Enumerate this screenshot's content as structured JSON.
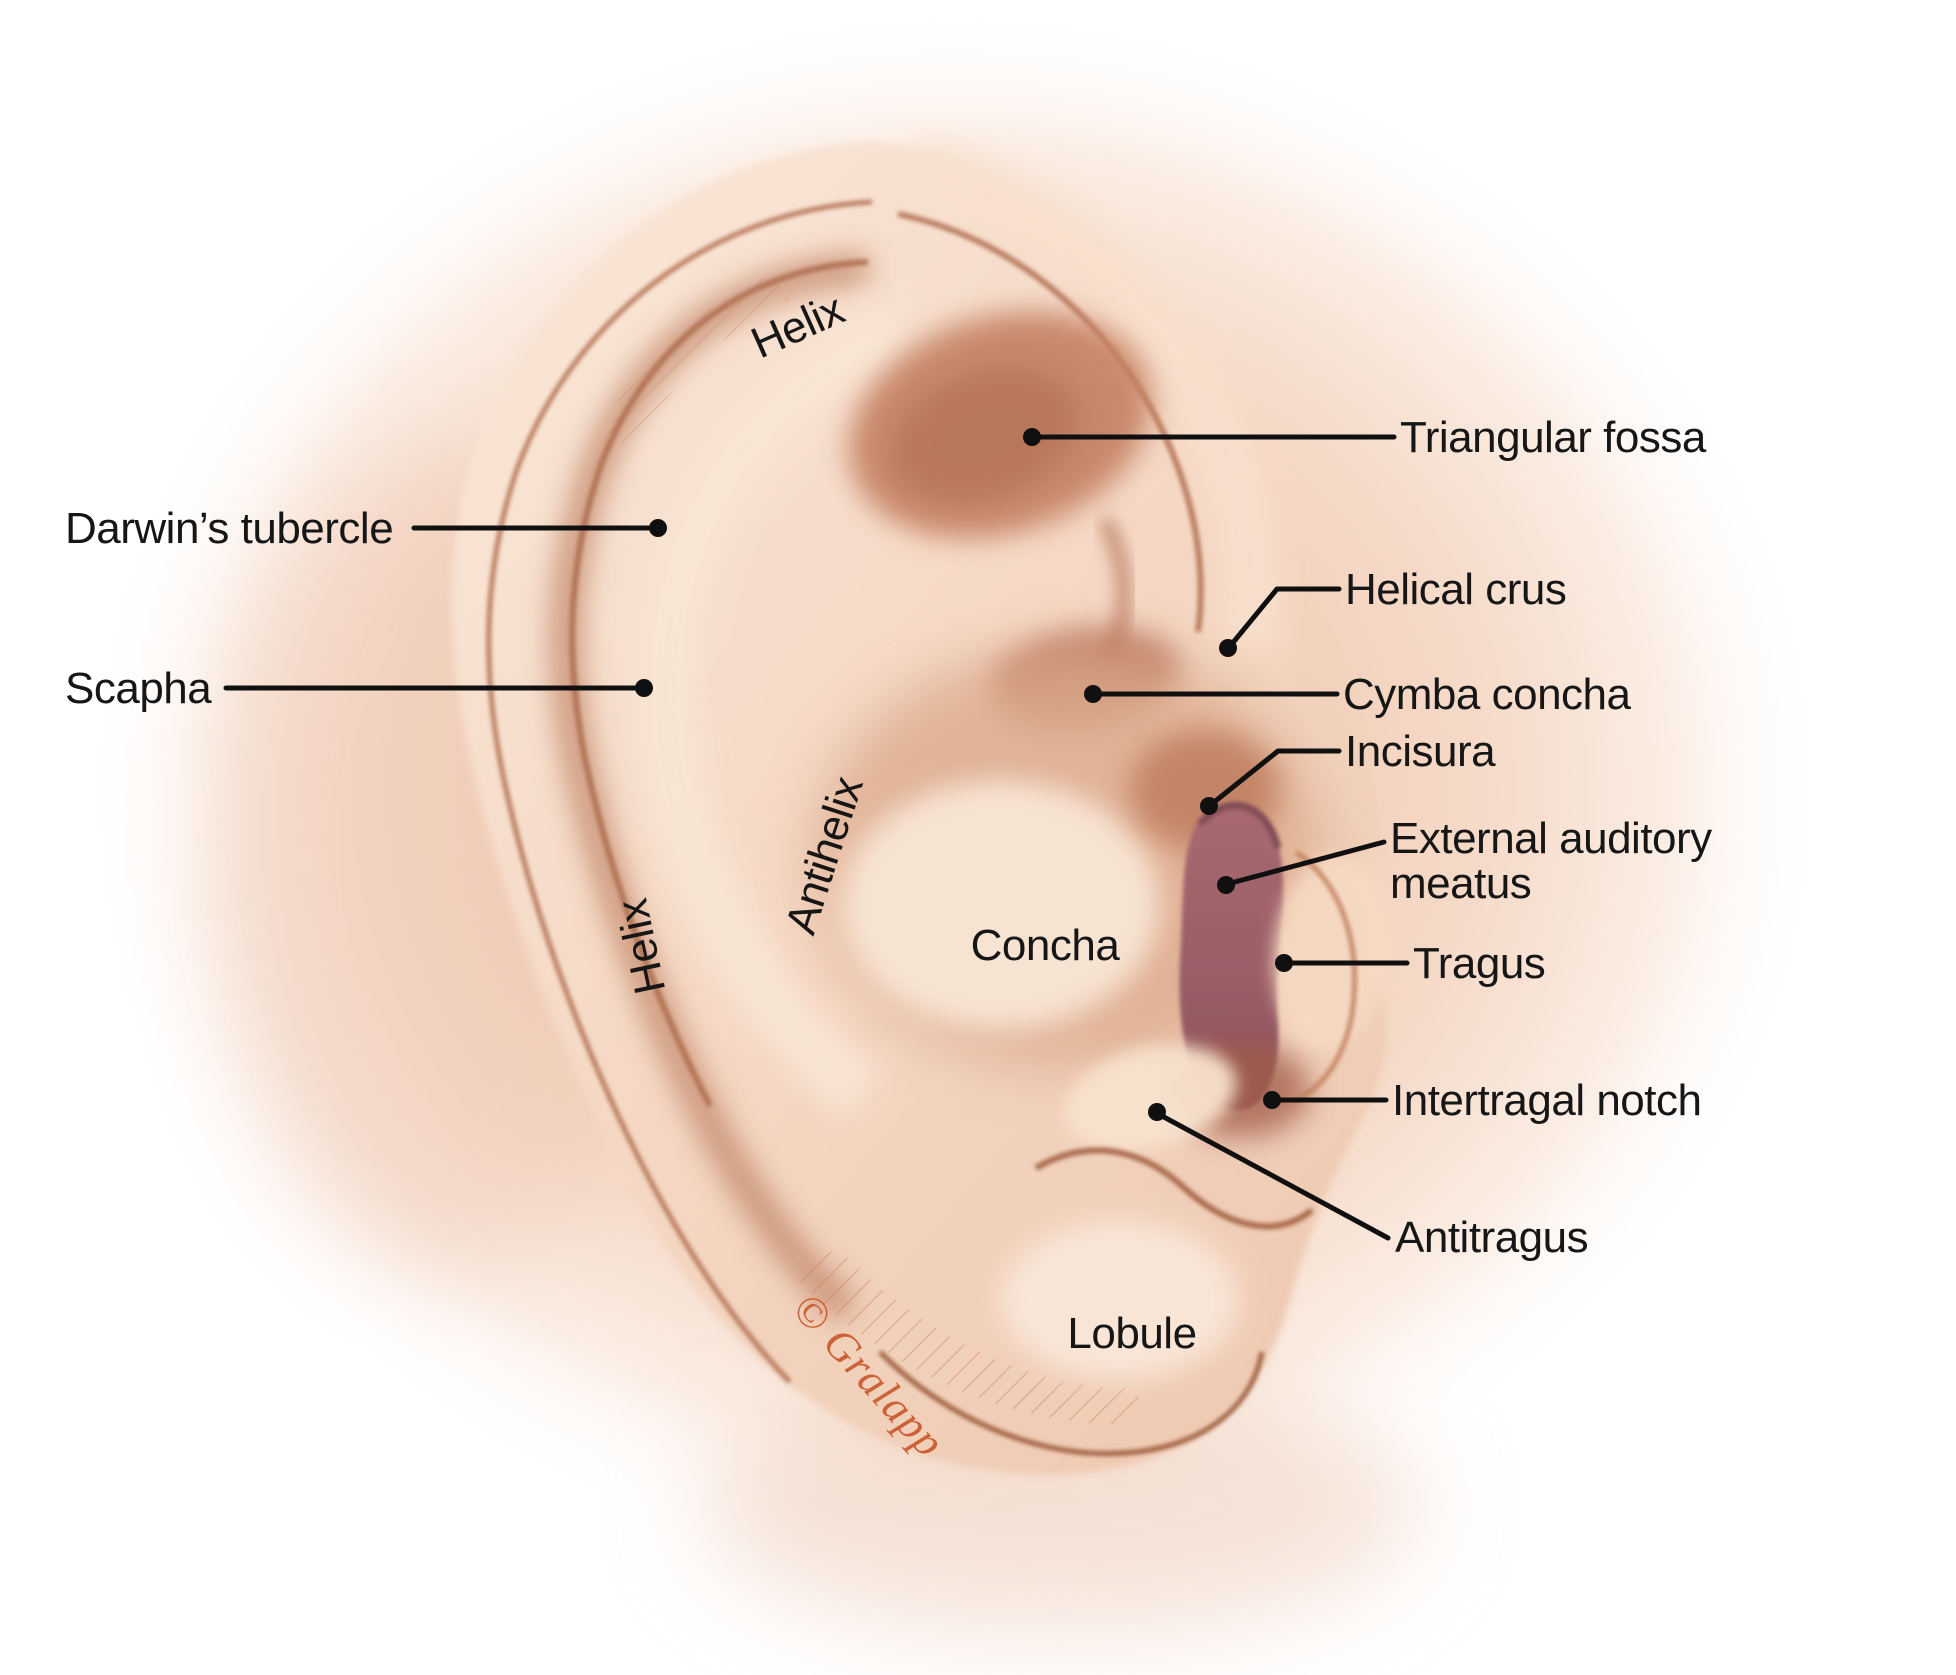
{
  "figure": {
    "type": "anatomical illustration",
    "subject": "External ear (auricle) surface anatomy, left ear lateral view",
    "credit_signature": "© Gralapp",
    "colors": {
      "label_text": "#161616",
      "leader_line": "#101010",
      "signature_orange": "#cd6137",
      "background": "#ffffff",
      "background_glow": "#f2d2bd",
      "skin_light": "#f8e3d2",
      "skin_base": "#f4d7c3",
      "skin_shadow": "#dcaa8c",
      "sketch_outline": "#a96444",
      "meatus_dark": "#9a5f67"
    }
  },
  "labels": {
    "helix_top": "Helix",
    "triangular_fossa": "Triangular fossa",
    "darwins_tubercle": "Darwin’s tubercle",
    "helical_crus": "Helical crus",
    "scapha": "Scapha",
    "cymba_concha": "Cymba concha",
    "incisura": "Incisura",
    "external_auditory_meatus_line1": "External auditory",
    "external_auditory_meatus_line2": "meatus",
    "antihelix": "Antihelix",
    "concha": "Concha",
    "tragus": "Tragus",
    "helix_lower": "Helix",
    "intertragal_notch": "Intertragal notch",
    "antitragus": "Antitragus",
    "lobule": "Lobule"
  },
  "signature": "© Gralapp"
}
